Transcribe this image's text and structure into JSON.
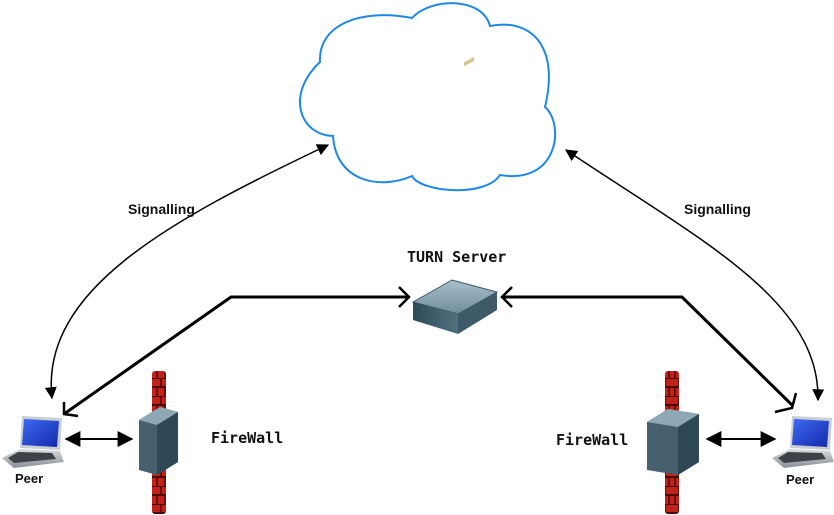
{
  "diagram": {
    "title": "WebRTC TURN Server Topology",
    "colors": {
      "cloud_stroke": "#1e88e5",
      "arrow": "#000000",
      "brick": "#c0221a",
      "brick_mortar": "#4a0c08",
      "server_body": "#4f6b7a",
      "laptop_screen": "#1d3fd6"
    },
    "labels": {
      "signalling_left": "Signalling",
      "signalling_right": "Signalling",
      "turn_server": "TURN Server",
      "firewall_left": "FireWall",
      "firewall_right": "FireWall",
      "peer_left": "Peer",
      "peer_right": "Peer"
    },
    "nodes": [
      {
        "id": "cloud",
        "type": "cloud",
        "label": ""
      },
      {
        "id": "turn-server",
        "type": "server",
        "label": "TURN Server"
      },
      {
        "id": "peer-left",
        "type": "laptop",
        "label": "Peer"
      },
      {
        "id": "peer-right",
        "type": "laptop",
        "label": "Peer"
      },
      {
        "id": "firewall-left",
        "type": "firewall",
        "label": "FireWall"
      },
      {
        "id": "firewall-right",
        "type": "firewall",
        "label": "FireWall"
      }
    ],
    "edges": [
      {
        "from": "peer-left",
        "to": "cloud",
        "label": "Signalling",
        "bidirectional": true
      },
      {
        "from": "peer-right",
        "to": "cloud",
        "label": "Signalling",
        "bidirectional": true
      },
      {
        "from": "peer-left",
        "to": "turn-server",
        "label": "",
        "bidirectional": true
      },
      {
        "from": "peer-right",
        "to": "turn-server",
        "label": "",
        "bidirectional": true
      },
      {
        "from": "peer-left",
        "to": "firewall-left",
        "label": "",
        "bidirectional": true
      },
      {
        "from": "peer-right",
        "to": "firewall-right",
        "label": "",
        "bidirectional": true
      }
    ]
  }
}
